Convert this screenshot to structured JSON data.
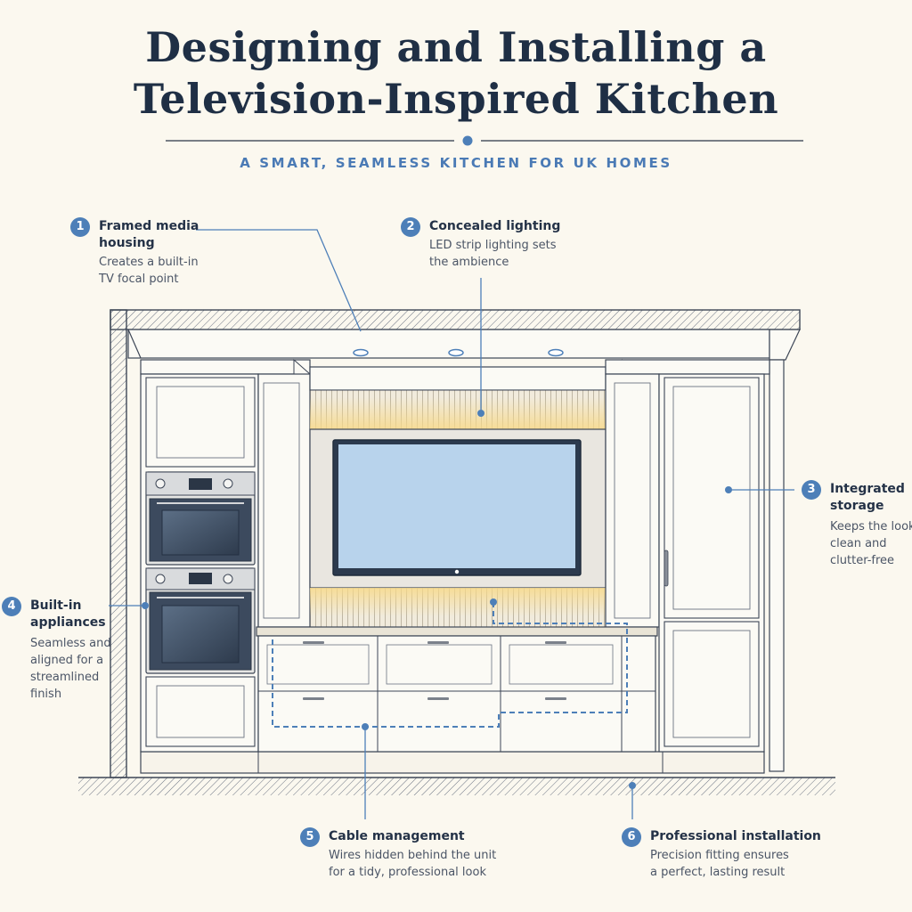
{
  "header": {
    "title_lines": [
      "Designing and Installing a",
      "Television-Inspired Kitchen"
    ],
    "subtitle": "A SMART, SEAMLESS KITCHEN FOR UK HOMES"
  },
  "callouts": [
    {
      "number": "1",
      "title_lines": [
        "Framed media",
        "housing"
      ],
      "desc_lines": [
        "Creates a built-in",
        "TV focal point"
      ]
    },
    {
      "number": "2",
      "title_lines": [
        "Concealed lighting"
      ],
      "desc_lines": [
        "LED strip lighting sets",
        "the ambience"
      ]
    },
    {
      "number": "3",
      "title_lines": [
        "Integrated",
        "storage"
      ],
      "desc_lines": [
        "Keeps the look",
        "clean and",
        "clutter-free"
      ]
    },
    {
      "number": "4",
      "title_lines": [
        "Built-in",
        "appliances"
      ],
      "desc_lines": [
        "Seamless and",
        "aligned for a",
        "streamlined",
        "finish"
      ]
    },
    {
      "number": "5",
      "title_lines": [
        "Cable management"
      ],
      "desc_lines": [
        "Wires hidden behind the unit",
        "for a tidy, professional look"
      ]
    },
    {
      "number": "6",
      "title_lines": [
        "Professional installation"
      ],
      "desc_lines": [
        "Precision fitting ensures",
        "a perfect, lasting result"
      ]
    }
  ],
  "colors": {
    "background": "#fbf8ef",
    "accent": "#4d7fb8",
    "line": "#3d4656",
    "cabinet": "#fbfaf5",
    "screen": "#b8d3ec",
    "appliance": "#3c4a5e"
  }
}
